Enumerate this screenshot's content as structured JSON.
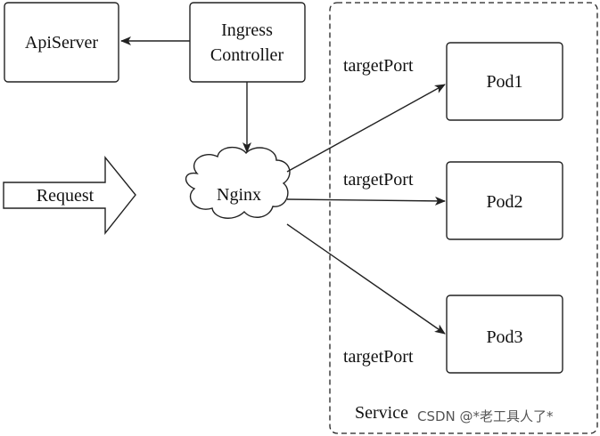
{
  "nodes": {
    "apiserver": "ApiServer",
    "ingress_line1": "Ingress",
    "ingress_line2": "Controller",
    "request": "Request",
    "nginx": "Nginx",
    "pod1": "Pod1",
    "pod2": "Pod2",
    "pod3": "Pod3"
  },
  "edges": {
    "target1": "targetPort",
    "target2": "targetPort",
    "target3": "targetPort"
  },
  "service": {
    "label": "Service"
  },
  "watermark": "CSDN @*老工具人了*",
  "colors": {
    "stroke": "#222222",
    "background": "#ffffff"
  }
}
